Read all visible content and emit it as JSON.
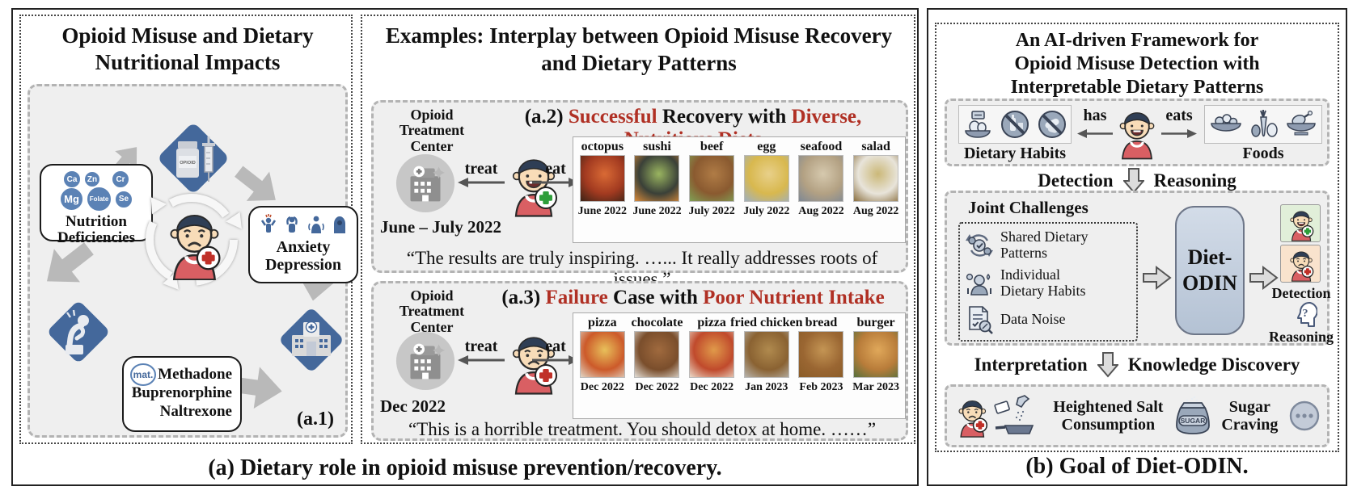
{
  "colors": {
    "accent_red": "#B03024",
    "steel_blue": "#44689B",
    "bubble_blue": "#5B82B5",
    "shirt_red": "#D95F63",
    "model_box_fill": "#BCC9DB",
    "gray_arrow": "#B9B9B9",
    "success_card_bg": "#E1EFD9",
    "failure_card_bg": "#F9E3CD"
  },
  "panel_a": {
    "caption": "(a) Dietary role in opioid misuse prevention/recovery.",
    "cycle": {
      "title": "Opioid Misuse and Dietary\nNutritional Impacts",
      "tag": "(a.1)",
      "opioid_label": "OPIOID",
      "minerals": [
        "Ca",
        "Zn",
        "Cr",
        "Mg",
        "Folate",
        "Se"
      ],
      "nutrition_label": "Nutrition\nDeficiencies",
      "anxiety_label": "Anxiety\nDepression",
      "mat_logo": "mat.",
      "medications": "Methadone\nBuprenorphine\nNaltrexone"
    },
    "examples": {
      "title": "Examples: Interplay between Opioid Misuse Recovery\nand Dietary Patterns",
      "success": {
        "tag_prefix": "(a.2) ",
        "highlight1": "Successful",
        "mid": " Recovery with ",
        "highlight2": "Diverse, Nutritious Diets",
        "center_label": "Opioid\nTreatment\nCenter",
        "treat": "treat",
        "eat": "eat",
        "period": "June – July 2022",
        "foods": [
          {
            "name": "octopus",
            "date": "June 2022",
            "colors": [
              "#a23a20",
              "#d96a35",
              "#3a2316"
            ]
          },
          {
            "name": "sushi",
            "date": "June 2022",
            "colors": [
              "#3a4038",
              "#9ab560",
              "#d98a3a"
            ]
          },
          {
            "name": "beef",
            "date": "July 2022",
            "colors": [
              "#8a5a30",
              "#b07c46",
              "#7fa055"
            ]
          },
          {
            "name": "egg",
            "date": "July 2022",
            "colors": [
              "#d8b84e",
              "#e8d08a",
              "#9fb0bf"
            ]
          },
          {
            "name": "seafood",
            "date": "Aug 2022",
            "colors": [
              "#b3a183",
              "#d6c9ae",
              "#7e8894"
            ]
          },
          {
            "name": "salad",
            "date": "Aug 2022",
            "colors": [
              "#e8e4da",
              "#cbb878",
              "#8a6f3f"
            ]
          }
        ],
        "quote": "“The results are truly inspiring. …... It really addresses roots of issues.”"
      },
      "failure": {
        "tag_prefix": "(a.3) ",
        "highlight1": "Failure",
        "mid": " Case with ",
        "highlight2": "Poor Nutrient Intake",
        "center_label": "Opioid\nTreatment\nCenter",
        "treat": "treat",
        "eat": "eat",
        "period": "Dec 2022",
        "foods": [
          {
            "name": "pizza",
            "date": "Dec 2022",
            "colors": [
              "#cc5a2a",
              "#e8c05a",
              "#e0d5c5"
            ]
          },
          {
            "name": "chocolate",
            "date": "Dec 2022",
            "colors": [
              "#7a4e2c",
              "#a06a3e",
              "#e3ded6"
            ]
          },
          {
            "name": "pizza",
            "date": "Dec 2022",
            "colors": [
              "#c04a2c",
              "#e09a4a",
              "#ead9c8"
            ]
          },
          {
            "name": "fried chicken",
            "date": "Jan 2023",
            "colors": [
              "#8a6232",
              "#b08a4e",
              "#b8b4ac"
            ]
          },
          {
            "name": "bread",
            "date": "Feb 2023",
            "colors": [
              "#9a6632",
              "#c49554",
              "#8a5c28"
            ]
          },
          {
            "name": "burger",
            "date": "Mar 2023",
            "colors": [
              "#b87c3a",
              "#e0a85a",
              "#55703c"
            ]
          }
        ],
        "quote": "“This is a horrible treatment. You should detox at home. ……”"
      }
    }
  },
  "panel_b": {
    "caption": "(b) Goal of Diet-ODIN.",
    "title": "An AI-driven Framework for\nOpioid Misuse Detection with\nInterpretable Dietary Patterns",
    "graph": {
      "habits_label": "Dietary Habits",
      "has": "has",
      "eats": "eats",
      "foods_label": "Foods"
    },
    "flow_detection": {
      "left": "Detection",
      "right": "Reasoning"
    },
    "challenges": {
      "label": "Joint Challenges",
      "items": [
        "Shared Dietary\nPatterns",
        "Individual\nDietary Habits",
        "Data Noise"
      ]
    },
    "model_name": "Diet-\nODIN",
    "outputs": {
      "detection": "Detection",
      "reasoning": "Reasoning",
      "question_glyph": "?"
    },
    "flow_interpretation": {
      "left": "Interpretation",
      "right": "Knowledge Discovery"
    },
    "discoveries": {
      "salt": "Heightened Salt\nConsumption",
      "sugar": "Sugar\nCraving",
      "sugar_bag_label": "SUGAR"
    }
  }
}
